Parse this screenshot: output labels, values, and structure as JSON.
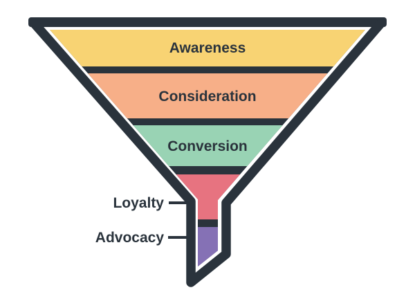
{
  "diagram_type": "marketing-funnel",
  "colors": {
    "outline": "#2A333C",
    "background": "#FFFFFF",
    "label_text": "#2A333C",
    "separator": "#2A333C"
  },
  "funnel": {
    "stages": [
      {
        "label": "Awareness",
        "color": "#F8D373",
        "label_position": "inside"
      },
      {
        "label": "Consideration",
        "color": "#F7AF88",
        "label_position": "inside"
      },
      {
        "label": "Conversion",
        "color": "#99D3B4",
        "label_position": "inside"
      },
      {
        "label": "Loyalty",
        "color": "#E77380",
        "label_position": "outside-left"
      },
      {
        "label": "Advocacy",
        "color": "#8571B5",
        "label_position": "outside-left"
      }
    ]
  }
}
